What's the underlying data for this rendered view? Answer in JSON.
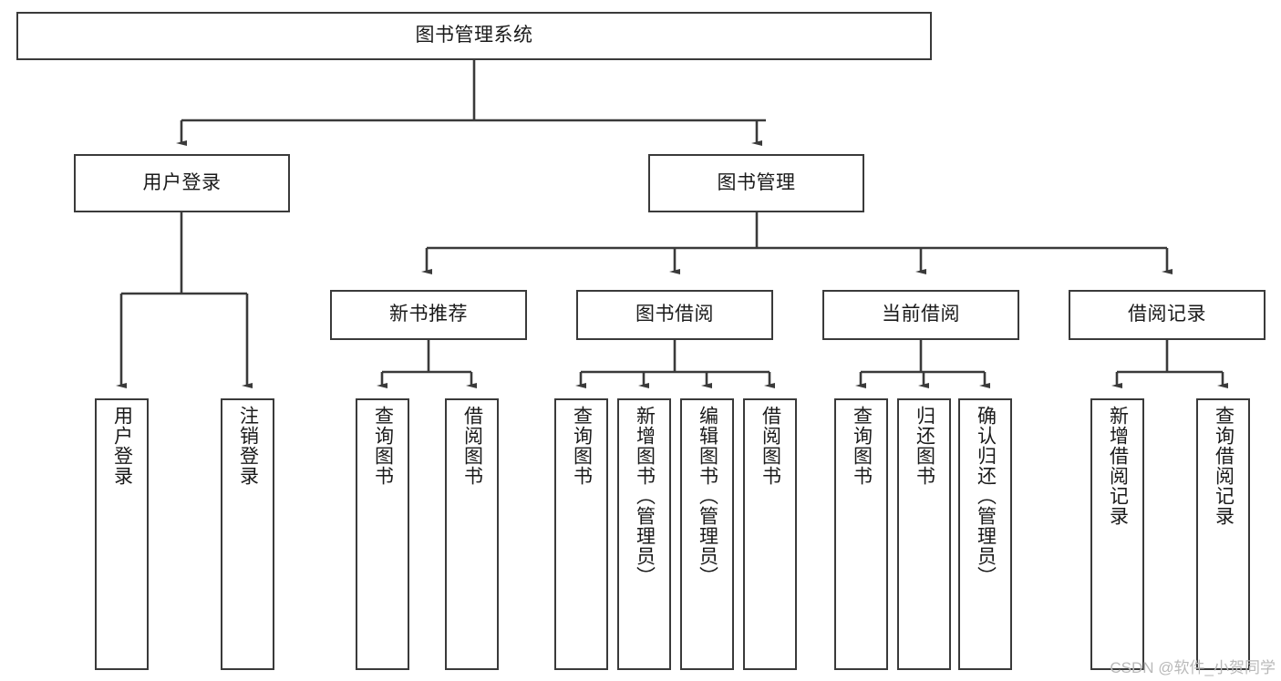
{
  "diagram": {
    "title": "图书管理系统",
    "type": "tree-hierarchy",
    "style": {
      "box_border_color": "#3a3a3a",
      "box_fill_color": "#ffffff",
      "edge_color": "#3a3a3a",
      "background_color": "#ffffff",
      "text_color": "#1a1a1a",
      "watermark_color": "#b9b9b9"
    },
    "root": {
      "label": "图书管理系统"
    },
    "level2": [
      {
        "label": "用户登录"
      },
      {
        "label": "图书管理"
      }
    ],
    "level3": [
      {
        "label": "新书推荐"
      },
      {
        "label": "图书借阅"
      },
      {
        "label": "当前借阅"
      },
      {
        "label": "借阅记录"
      }
    ],
    "leaves": {
      "user_login": [
        {
          "label": "用户登录"
        },
        {
          "label": "注销登录"
        }
      ],
      "new_book_recommend": [
        {
          "label": "查询图书"
        },
        {
          "label": "借阅图书"
        }
      ],
      "book_borrow": [
        {
          "label": "查询图书"
        },
        {
          "label": "新增图书（管理员）"
        },
        {
          "label": "编辑图书（管理员）"
        },
        {
          "label": "借阅图书"
        }
      ],
      "current_borrow": [
        {
          "label": "查询图书"
        },
        {
          "label": "归还图书"
        },
        {
          "label": "确认归还（管理员）"
        }
      ],
      "borrow_record": [
        {
          "label": "新增借阅记录"
        },
        {
          "label": "查询借阅记录"
        }
      ]
    }
  },
  "watermark": {
    "text": "CSDN @软件_小贺同学"
  }
}
